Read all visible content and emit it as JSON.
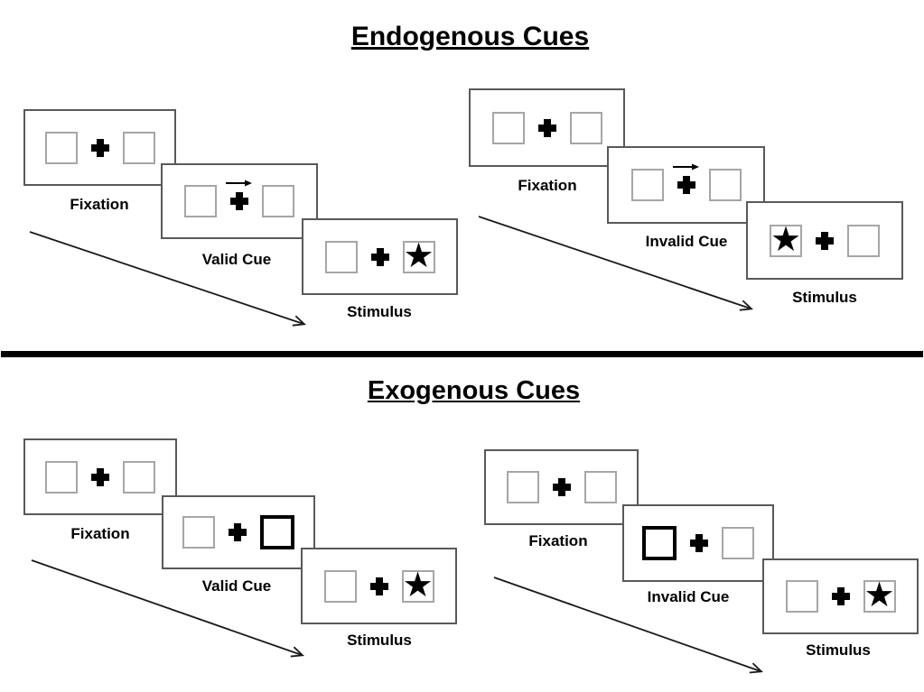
{
  "sections": {
    "endogenous": {
      "title": "Endogenous Cues",
      "groups": {
        "valid": {
          "panels": [
            {
              "label": "Fixation",
              "left_box": "empty",
              "right_box": "empty"
            },
            {
              "label": "Valid Cue",
              "cue": "central-arrow-pointing-right",
              "left_box": "empty",
              "right_box": "empty"
            },
            {
              "label": "Stimulus",
              "left_box": "empty",
              "right_box": "star"
            }
          ]
        },
        "invalid": {
          "panels": [
            {
              "label": "Fixation",
              "left_box": "empty",
              "right_box": "empty"
            },
            {
              "label": "Invalid Cue",
              "cue": "central-arrow-pointing-right",
              "left_box": "empty",
              "right_box": "empty"
            },
            {
              "label": "Stimulus",
              "left_box": "star",
              "right_box": "empty"
            }
          ]
        }
      }
    },
    "exogenous": {
      "title": "Exogenous Cues",
      "groups": {
        "valid": {
          "panels": [
            {
              "label": "Fixation",
              "left_box": "empty",
              "right_box": "empty"
            },
            {
              "label": "Valid Cue",
              "cue": "right-box-highlighted",
              "left_box": "empty",
              "right_box": "thick-outline"
            },
            {
              "label": "Stimulus",
              "left_box": "empty",
              "right_box": "star"
            }
          ]
        },
        "invalid": {
          "panels": [
            {
              "label": "Fixation",
              "left_box": "empty",
              "right_box": "empty"
            },
            {
              "label": "Invalid Cue",
              "cue": "left-box-highlighted",
              "left_box": "thick-outline",
              "right_box": "empty"
            },
            {
              "label": "Stimulus",
              "left_box": "empty",
              "right_box": "star"
            }
          ]
        }
      }
    }
  },
  "glyphs": {
    "star": "★"
  },
  "icons": {
    "star-icon": "filled five-point star inside target box",
    "fixation-cross-icon": "bold black plus cross",
    "cue-arrow-icon": "thin rightward arrow above fixation cross",
    "sequence-arrow-icon": "long diagonal arrow showing trial time course"
  },
  "colors": {
    "background": "#ffffff",
    "panel_border": "#595959",
    "box_border": "#a6a6a6",
    "cue_box_border": "#000000",
    "divider": "#000000",
    "text": "#000000"
  }
}
